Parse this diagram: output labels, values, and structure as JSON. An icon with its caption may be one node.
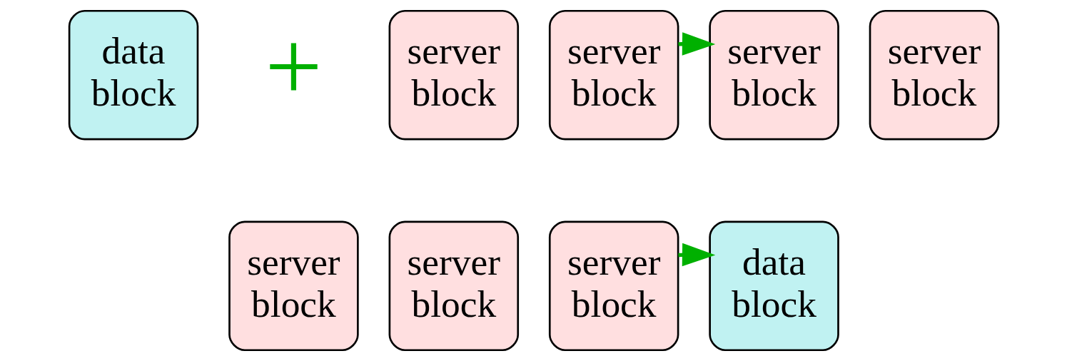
{
  "diagram": {
    "nodes": [
      {
        "text": [
          "data block"
        ]
      },
      {
        "text": [
          "server block"
        ]
      },
      {
        "text": [
          "server block"
        ]
      },
      {
        "text": [
          "server block"
        ]
      },
      {
        "text": [
          "server block"
        ]
      },
      {
        "text": [
          "server block"
        ]
      },
      {
        "text": [
          "server block"
        ]
      },
      {
        "text": [
          "server block"
        ]
      },
      {
        "text": [
          "data block"
        ]
      }
    ],
    "edges": [
      {
        "from": 2,
        "to": 3,
        "arrow": "to"
      },
      {
        "from": 7,
        "to": 8,
        "arrow": "to"
      }
    ],
    "labels": [
      "+"
    ]
  }
}
